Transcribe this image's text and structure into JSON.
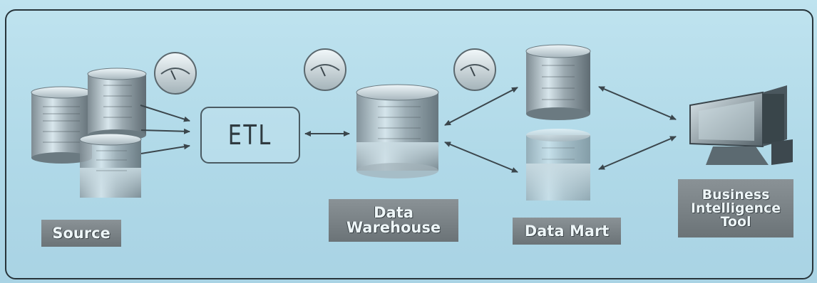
{
  "diagram": {
    "etl_label": "ETL",
    "labels": {
      "source": "Source",
      "data_warehouse": [
        "Data",
        "Warehouse"
      ],
      "data_mart": "Data Mart",
      "bi_tool": [
        "Business",
        "Intelligence",
        "Tool"
      ]
    },
    "colors": {
      "background": "#b4dce9",
      "label_fill": "#7b8387",
      "outline": "#4a5a62",
      "arrow": "#3b464c"
    },
    "icons": [
      "database-icon",
      "gauge-icon",
      "monitor-icon",
      "arrow-icon"
    ]
  }
}
